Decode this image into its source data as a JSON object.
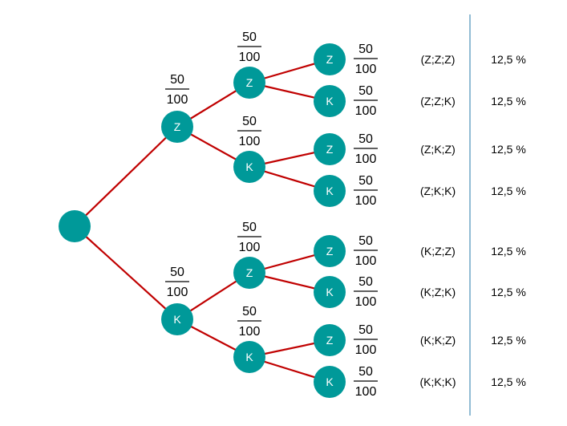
{
  "colors": {
    "node": "#009999",
    "edge": "#c00000",
    "divider": "#4a90b8",
    "text": "#000000",
    "node_text": "#ffffff"
  },
  "root": {
    "label": ""
  },
  "level1": [
    {
      "label": "Z",
      "numerator": "50",
      "denominator": "100"
    },
    {
      "label": "K",
      "numerator": "50",
      "denominator": "100"
    }
  ],
  "level2": [
    {
      "label": "Z",
      "numerator": "50",
      "denominator": "100"
    },
    {
      "label": "K",
      "numerator": "50",
      "denominator": "100"
    },
    {
      "label": "Z",
      "numerator": "50",
      "denominator": "100"
    },
    {
      "label": "K",
      "numerator": "50",
      "denominator": "100"
    }
  ],
  "level3": [
    {
      "label": "Z",
      "numerator": "50",
      "denominator": "100",
      "outcome": "(Z;Z;Z)",
      "probability": "12,5 %"
    },
    {
      "label": "K",
      "numerator": "50",
      "denominator": "100",
      "outcome": "(Z;Z;K)",
      "probability": "12,5 %"
    },
    {
      "label": "Z",
      "numerator": "50",
      "denominator": "100",
      "outcome": "(Z;K;Z)",
      "probability": "12,5 %"
    },
    {
      "label": "K",
      "numerator": "50",
      "denominator": "100",
      "outcome": "(Z;K;K)",
      "probability": "12,5 %"
    },
    {
      "label": "Z",
      "numerator": "50",
      "denominator": "100",
      "outcome": "(K;Z;Z)",
      "probability": "12,5 %"
    },
    {
      "label": "K",
      "numerator": "50",
      "denominator": "100",
      "outcome": "(K;Z;K)",
      "probability": "12,5 %"
    },
    {
      "label": "Z",
      "numerator": "50",
      "denominator": "100",
      "outcome": "(K;K;Z)",
      "probability": "12,5 %"
    },
    {
      "label": "K",
      "numerator": "50",
      "denominator": "100",
      "outcome": "(K;K;K)",
      "probability": "12,5 %"
    }
  ]
}
